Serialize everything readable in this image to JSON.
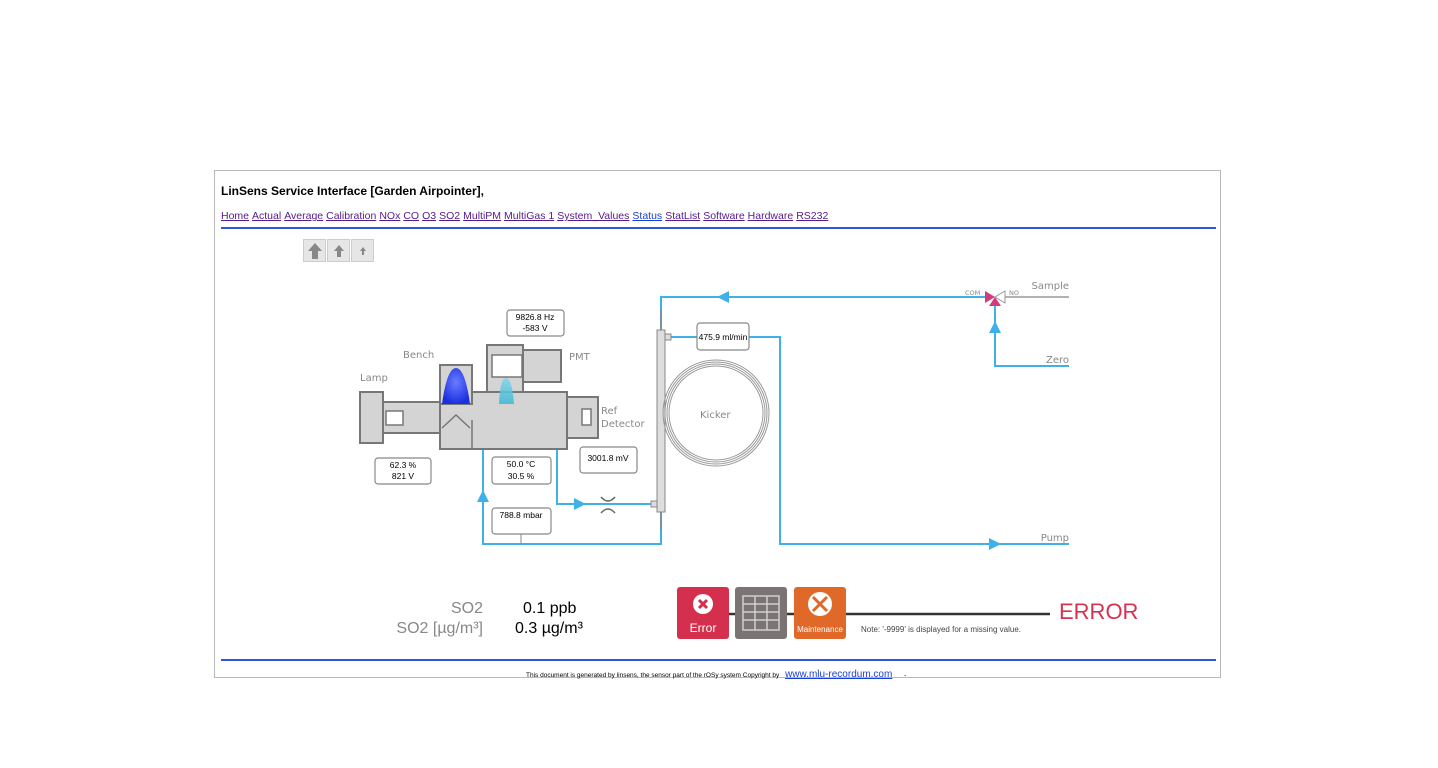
{
  "header": {
    "title": "LinSens Service Interface [Garden Airpointer],"
  },
  "nav": [
    "Home",
    "Actual",
    "Average",
    "Calibration",
    "NOx",
    "CO",
    "O3",
    "SO2",
    "MultiPM",
    "MultiGas 1",
    "System_Values",
    "Status",
    "StatList",
    "Software",
    "Hardware",
    "RS232"
  ],
  "nav_current": "Status",
  "diagram": {
    "labels": {
      "lamp": "Lamp",
      "bench": "Bench",
      "pmt": "PMT",
      "ref1": "Ref",
      "ref2": "Detector",
      "kicker": "Kicker",
      "sample": "Sample",
      "zero": "Zero",
      "pump": "Pump",
      "com": "COM",
      "no": "NO"
    },
    "pmt_freq": "9826.8 Hz",
    "pmt_volt": "-583 V",
    "lamp_pct": "62.3 %",
    "lamp_volt": "821 V",
    "bench_temp": "50.0 °C",
    "bench_pct": "30.5 %",
    "ref_mv": "3001.8 mV",
    "pressure": "788.8 mbar",
    "flow": "475.9 ml/min"
  },
  "measurements": [
    {
      "label": "SO2",
      "value": "0.1 ppb"
    },
    {
      "label": "SO2 [µg/m³]",
      "value": "0.3 µg/m³"
    }
  ],
  "buttons": {
    "error": "Error",
    "maintenance": "Maintenance"
  },
  "note": "Note: '-9999' is displayed for a missing value.",
  "annotation": "ERROR",
  "footer": {
    "text": "This document is generated by linsens, the sensor part of the rOSy system   Copyright by",
    "link": "www.mlu-recordum.com",
    "dash": "-"
  },
  "colors": {
    "pipe": "#3fb1e8",
    "error": "#d4304d",
    "maintenance": "#e0692a",
    "grid": "#7a7574",
    "nav_rule": "#3355dd"
  }
}
